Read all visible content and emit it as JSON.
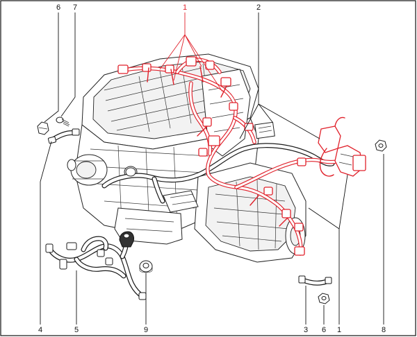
{
  "callouts": [
    {
      "id": "1-top",
      "text": "1",
      "red": true
    },
    {
      "id": "2",
      "text": "2",
      "red": false
    },
    {
      "id": "6-top",
      "text": "6",
      "red": false
    },
    {
      "id": "7",
      "text": "7",
      "red": false
    },
    {
      "id": "8",
      "text": "8",
      "red": false
    },
    {
      "id": "4",
      "text": "4",
      "red": false
    },
    {
      "id": "5",
      "text": "5",
      "red": false
    },
    {
      "id": "9",
      "text": "9",
      "red": false
    },
    {
      "id": "3",
      "text": "3",
      "red": false
    },
    {
      "id": "6-bottom",
      "text": "6",
      "red": false
    },
    {
      "id": "1-bottom",
      "text": "1",
      "red": false
    }
  ],
  "colors": {
    "harness_highlight": "#e0202a",
    "line": "#111111",
    "background": "#ffffff"
  }
}
